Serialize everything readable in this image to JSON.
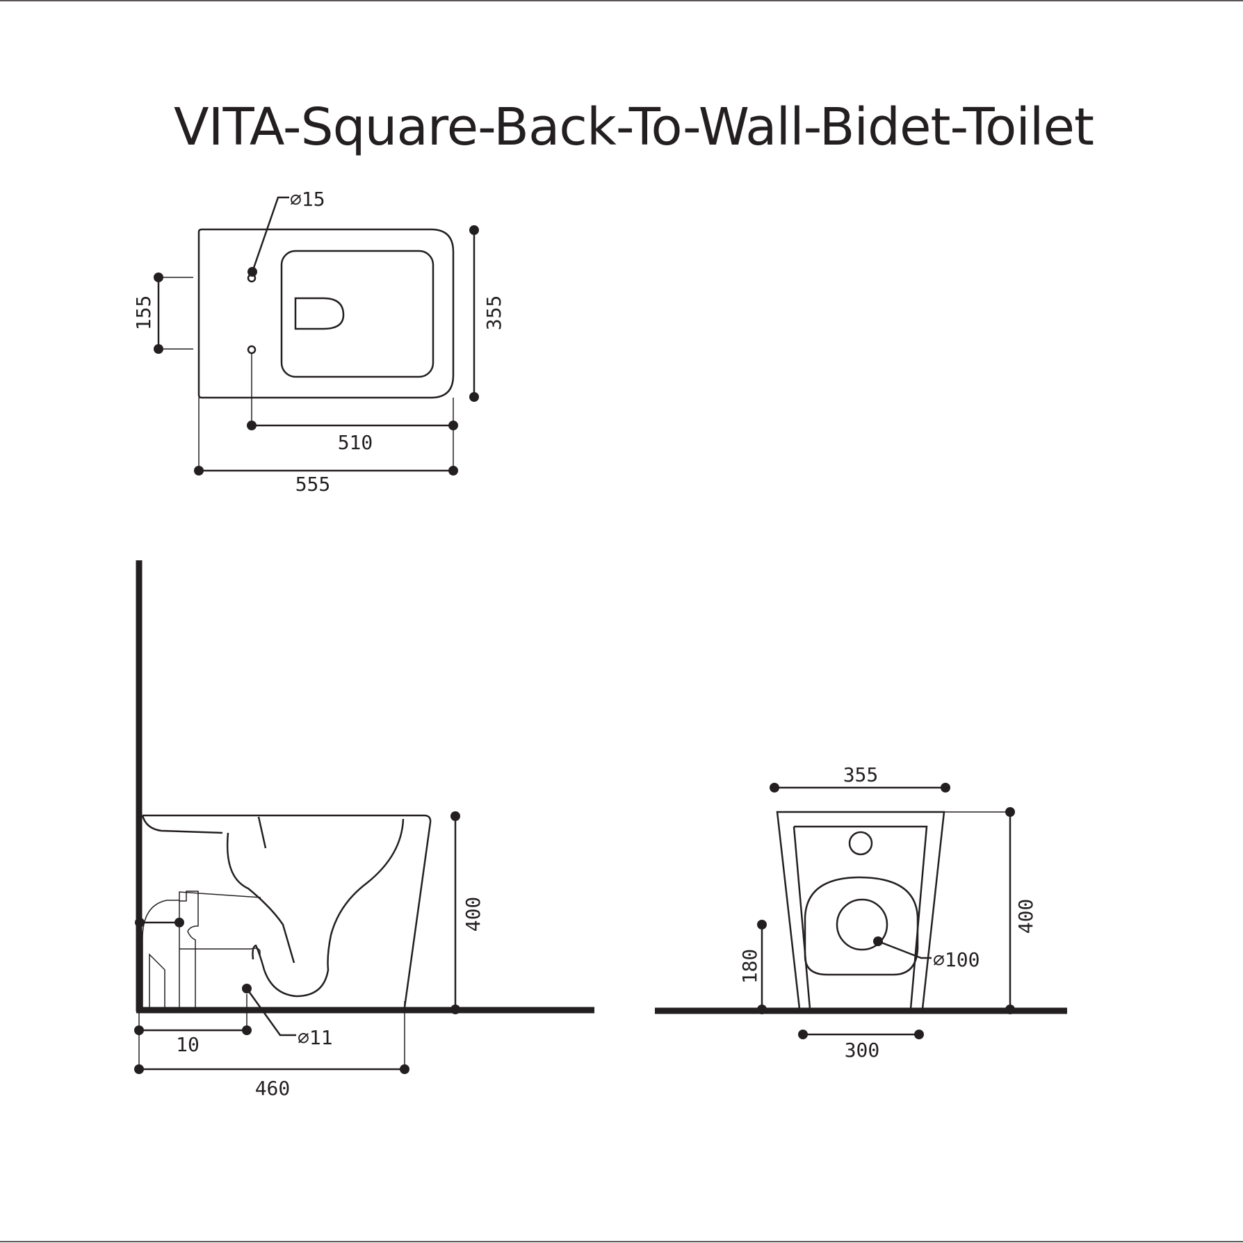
{
  "title": "VITA-Square-Back-To-Wall-Bidet-Toilet",
  "top_view": {
    "hole_diameter": "∅15",
    "hole_spacing": "155",
    "width": "355",
    "outlet_to_front": "510",
    "length": "555"
  },
  "side_view": {
    "height": "400",
    "outlet_offset": "10",
    "inlet_diameter": "∅11",
    "depth": "460"
  },
  "front_view": {
    "top_width": "355",
    "height": "400",
    "outlet_height": "180",
    "outlet_diameter": "∅100",
    "base_width": "300"
  }
}
